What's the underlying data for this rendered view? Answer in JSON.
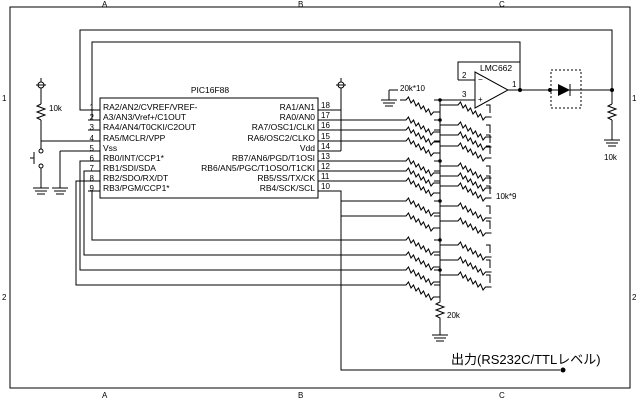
{
  "border": {
    "top_cols": [
      "A",
      "B",
      "C"
    ],
    "bottom_cols": [
      "A",
      "B",
      "C"
    ],
    "left_rows": [
      "1",
      "2"
    ],
    "right_rows": [
      "1",
      "2"
    ]
  },
  "mcu": {
    "name": "PIC16F88",
    "left_pins": [
      {
        "num": "1",
        "label": "RA2/AN2/CVREF/VREF-"
      },
      {
        "num": "2",
        "label": "A3/AN3/Vref+/C1OUT"
      },
      {
        "num": "3",
        "label": "RA4/AN4/T0CKI/C2OUT"
      },
      {
        "num": "4",
        "label": "RA5/MCLR/VPP"
      },
      {
        "num": "5",
        "label": "Vss"
      },
      {
        "num": "6",
        "label": "RB0/INT/CCP1*"
      },
      {
        "num": "7",
        "label": "RB1/SDI/SDA"
      },
      {
        "num": "8",
        "label": "RB2/SDO/RX/DT"
      },
      {
        "num": "9",
        "label": "RB3/PGM/CCP1*"
      }
    ],
    "right_pins": [
      {
        "num": "18",
        "label": "RA1/AN1"
      },
      {
        "num": "17",
        "label": "RA0/AN0"
      },
      {
        "num": "16",
        "label": "RA7/OSC1/CLKI"
      },
      {
        "num": "15",
        "label": "RA6/OSC2/CLKO"
      },
      {
        "num": "14",
        "label": "Vdd"
      },
      {
        "num": "13",
        "label": "RB7/AN6/PGD/T1OSI"
      },
      {
        "num": "12",
        "label": "RB6/AN5/PGC/T1OSO/T1CKI"
      },
      {
        "num": "11",
        "label": "RB5/SS/TX/CK"
      },
      {
        "num": "10",
        "label": "RB4/SCK/SCL"
      }
    ]
  },
  "components": {
    "opamp": "LMC662",
    "pin_out": "1",
    "pin_minus": "2",
    "pin_plus": "3",
    "r_pullup_left": "10k",
    "r_ladder_top": "20k*10",
    "r_ladder_mid": "10k*9",
    "r_ladder_bottom": "20k",
    "r_out": "10k"
  },
  "output_label": "出力(RS232C/TTLレベル)"
}
